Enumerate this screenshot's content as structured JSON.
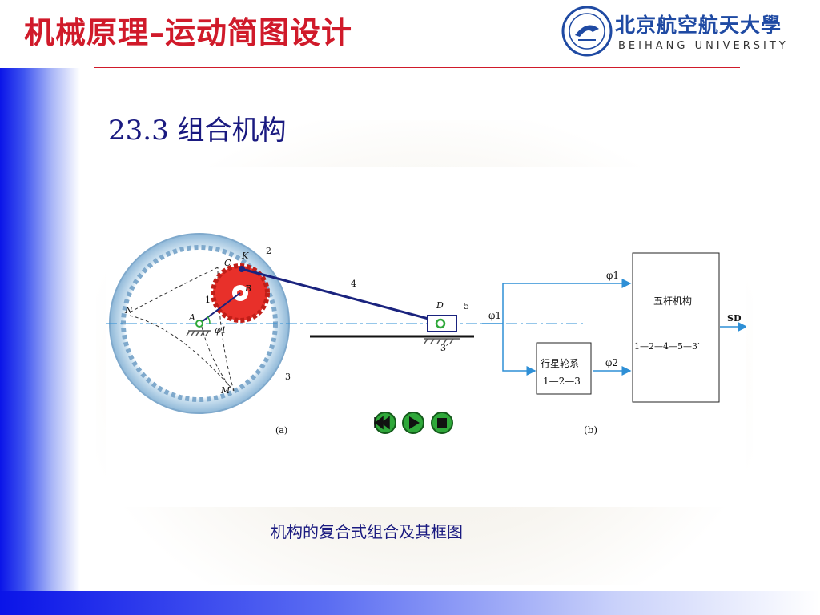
{
  "header": {
    "title": "机械原理–运动简图设计",
    "logo": {
      "name_cn": "北京航空航天大學",
      "name_en": "BEIHANG UNIVERSITY"
    }
  },
  "section": {
    "heading": "23.3 组合机构"
  },
  "figure": {
    "labels_a": {
      "C": "C",
      "K": "K",
      "n2": "2",
      "n1": "1",
      "n4": "4",
      "n5": "5",
      "n3": "3",
      "n3p": "3′",
      "A": "A",
      "B": "B",
      "D": "D",
      "M": "M",
      "N": "N",
      "phi1": "φ1"
    },
    "labels_b": {
      "phi1_top": "φ1",
      "phi1_left": "φ1",
      "phi2": "φ2",
      "box_large_title": "五杆机构",
      "box_large_chain": "1—2—4—5—3′",
      "box_small_title": "行星轮系",
      "box_small_chain": "1—2—3",
      "output": "SD"
    },
    "caption_a": "(a)",
    "caption_b": "(b)"
  },
  "controls": {
    "rewind": "rewind-icon",
    "play": "play-icon",
    "stop": "stop-icon"
  },
  "caption": "机构的复合式组合及其框图",
  "colors": {
    "title": "#d01a2a",
    "heading": "#1a1a80",
    "ring": "#9fc4de",
    "gear": "#e8302a",
    "link": "#1a237e",
    "flow": "#2e8fd6",
    "button": "#2fa83a"
  }
}
